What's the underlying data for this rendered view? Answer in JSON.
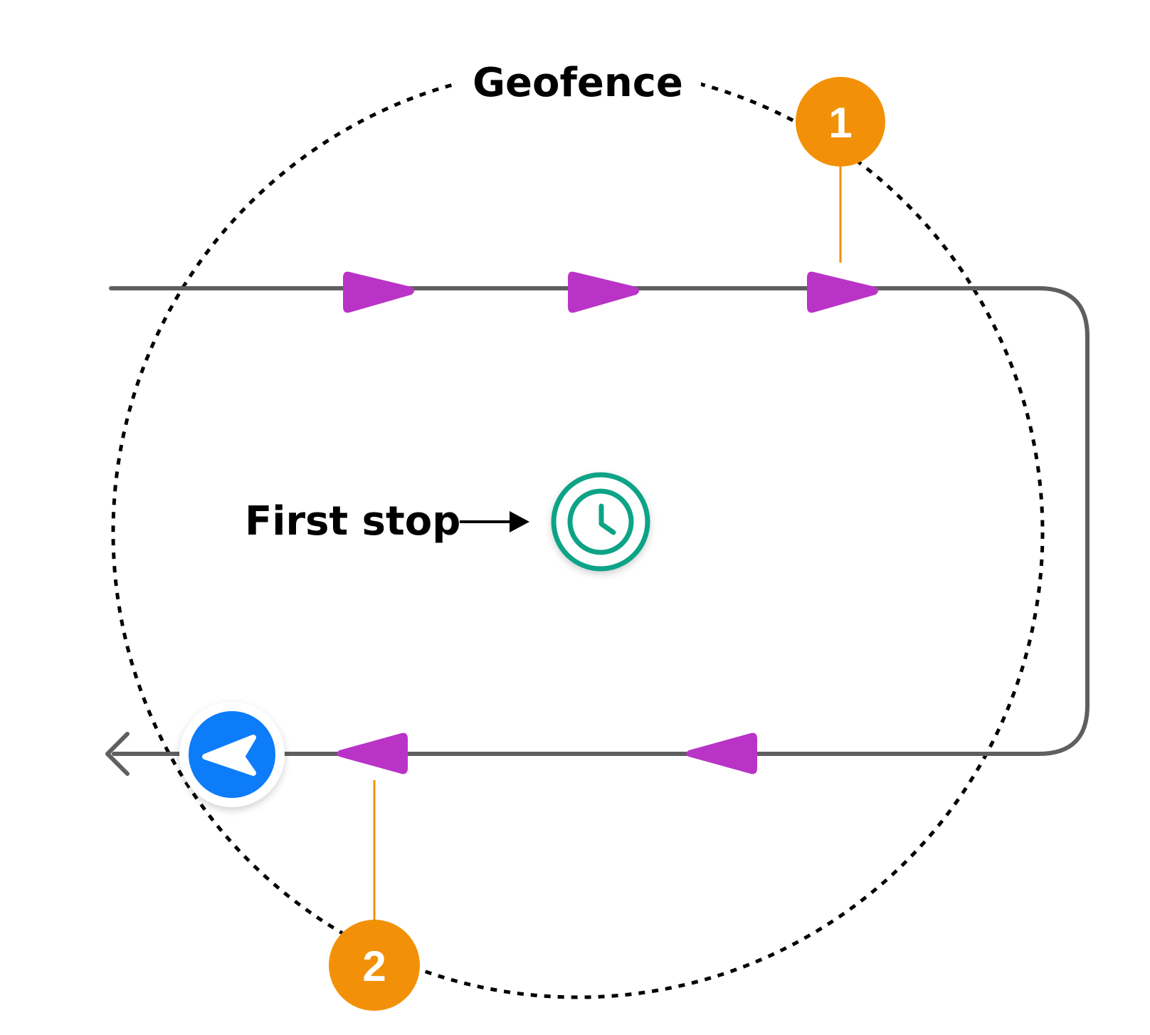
{
  "diagram": {
    "geofence_label": "Geofence",
    "first_stop_label": "First stop",
    "markers": [
      {
        "number": "1"
      },
      {
        "number": "2"
      }
    ],
    "icons": {
      "stop": "clock-icon",
      "vehicle": "navigation-arrow-icon",
      "exit": "chevron-left-icon",
      "direction": "triangle-arrow-icon"
    },
    "colors": {
      "route_line": "#5f5f5f",
      "direction_arrow": "#b934c6",
      "marker": "#f29107",
      "marker_leader": "#f29107",
      "stop_icon": "#10a386",
      "vehicle_icon": "#0a7cf9",
      "geofence_border": "#000000"
    }
  }
}
